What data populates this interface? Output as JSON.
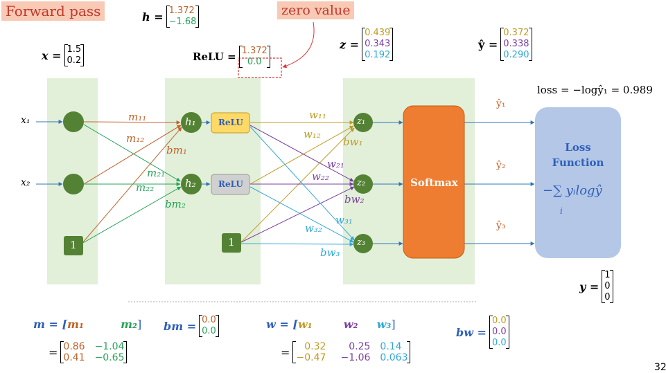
{
  "title": "Forward pass",
  "zero_tag": "zero value",
  "page_number": "32",
  "x_vec": {
    "label": "x =",
    "values": [
      "1.5",
      "0.2"
    ]
  },
  "h_vec": {
    "label": "h =",
    "values": [
      "1.372",
      "−1.68"
    ]
  },
  "relu_vec": {
    "label": "ReLU =",
    "values": [
      "1.372",
      "0.0"
    ]
  },
  "z_vec": {
    "label": "z =",
    "values": [
      "0.439",
      "0.343",
      "0.192"
    ]
  },
  "yhat_vec": {
    "label": "ŷ =",
    "values": [
      "0.372",
      "0.338",
      "0.290"
    ]
  },
  "y_vec": {
    "label": "y =",
    "values": [
      "1",
      "0",
      "0"
    ]
  },
  "loss_text": "loss = −logŷ₁ = 0.989",
  "inputs": [
    "x₁",
    "x₂"
  ],
  "bias_label": "1",
  "hidden": [
    "h₁",
    "h₂"
  ],
  "relu_label": "ReLU",
  "outputs": [
    "z₁",
    "z₂",
    "z₃"
  ],
  "yhat_labels": [
    "ŷ₁",
    "ŷ₂",
    "ŷ₃"
  ],
  "softmax_label": "Softmax",
  "loss_box": {
    "title_line1": "Loss",
    "title_line2": "Function",
    "formula": "−∑ yᵢlogŷ",
    "sub": "i"
  },
  "edge_labels": {
    "m11": "m₁₁",
    "m12": "m₁₂",
    "m21": "m₂₁",
    "m22": "m₂₂",
    "bm1": "bm₁",
    "bm2": "bm₂",
    "w11": "w₁₁",
    "w12": "w₁₂",
    "w21": "w₂₁",
    "w22": "w₂₂",
    "w31": "w₃₁",
    "w32": "w₃₂",
    "bw1": "bw₁",
    "bw2": "bw₂",
    "bw3": "bw₃"
  },
  "m_mat": {
    "label": "m = [",
    "col1": "m₁",
    "col2": "m₂",
    "close": "]",
    "eq": "=",
    "rows": [
      [
        "0.86",
        "−1.04"
      ],
      [
        "0.41",
        "−0.65"
      ]
    ]
  },
  "bm_mat": {
    "label": "bm =",
    "values": [
      "0.0",
      "0.0"
    ]
  },
  "w_mat": {
    "label": "w = [",
    "col1": "w₁",
    "col2": "w₂",
    "col3": "w₃",
    "close": "]",
    "eq": "=",
    "rows": [
      [
        "0.32",
        "0.25",
        "0.14"
      ],
      [
        "−0.47",
        "−1.06",
        "0.063"
      ]
    ]
  },
  "bw_mat": {
    "label": "bw =",
    "values": [
      "0.0",
      "0.0",
      "0.0"
    ]
  },
  "colors": {
    "orange": "#c0622a",
    "green": "#27a35a",
    "gold": "#c09a24",
    "purple": "#7b3fa0",
    "cyan": "#2fa8d8",
    "softmax": "#ee7d31",
    "loss_box": "#b4c7e7",
    "panel": "#e2efd9",
    "node": "#548235"
  }
}
